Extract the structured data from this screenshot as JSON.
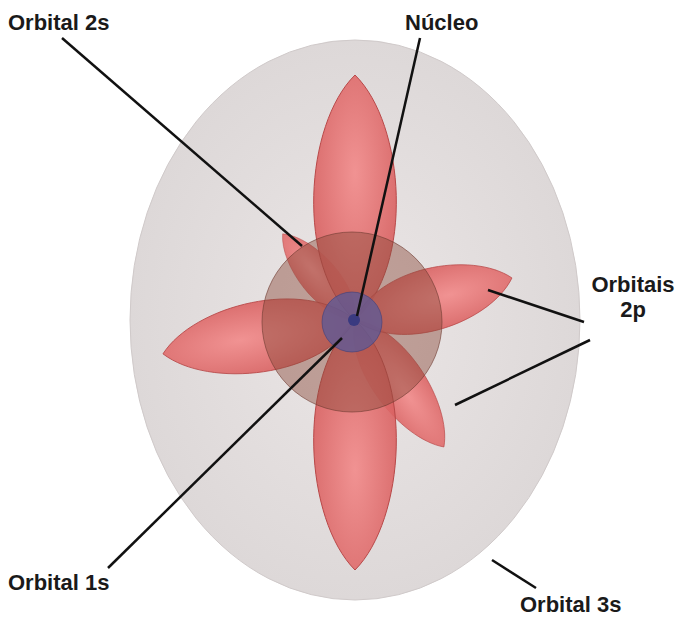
{
  "diagram": {
    "labels": [
      "Orbital 2s",
      "Núcleo",
      "Orbitais 2p",
      "Orbital 1s",
      "Orbital 3s"
    ]
  }
}
